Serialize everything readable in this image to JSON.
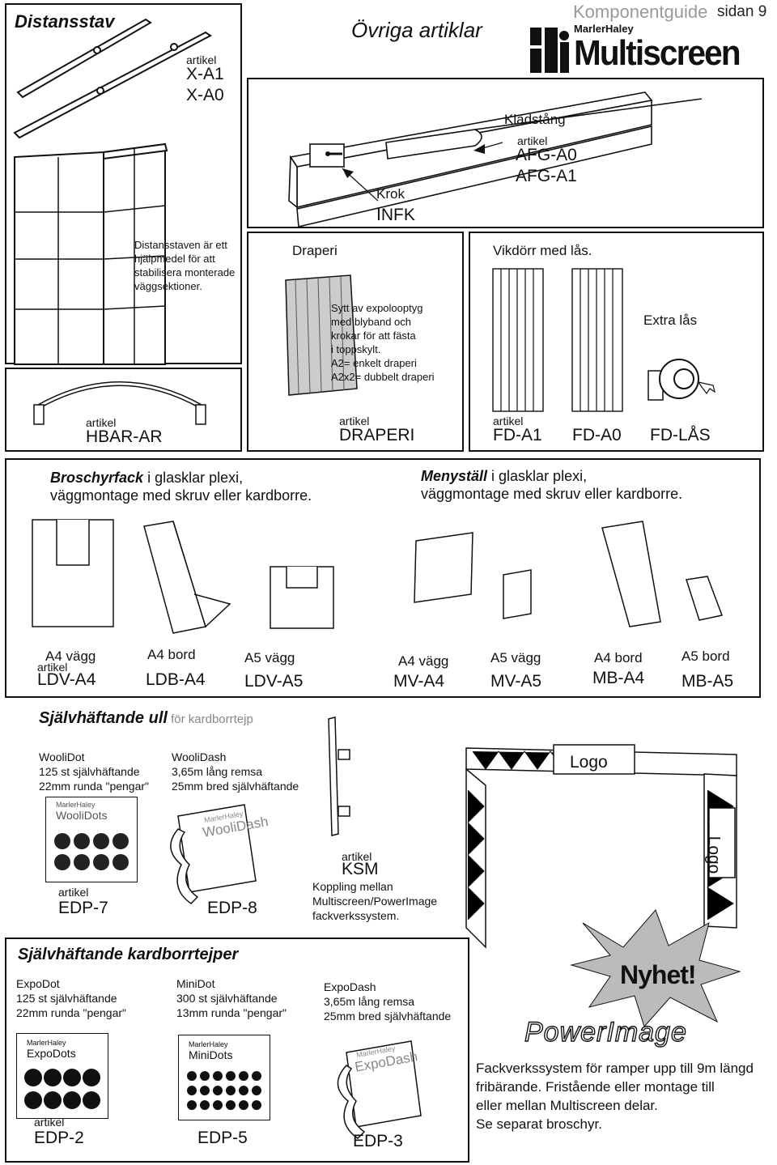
{
  "header": {
    "guide": "Komponentguide",
    "page": "sidan 9",
    "brand_small": "MarlerHaley",
    "brand": "Multiscreen"
  },
  "distansstav": {
    "title": "Distansstav",
    "artikel": "artikel",
    "codes": [
      "X-A1",
      "X-A0"
    ],
    "desc": [
      "Distansstaven är ett",
      "hjälpmedel för att",
      "stabilisera monterade",
      "väggsektioner."
    ]
  },
  "ovriga": {
    "title": "Övriga artiklar",
    "kladstang": "Klädstång",
    "artikel": "artikel",
    "afg_codes": [
      "AFG-A0",
      "AFG-A1"
    ],
    "krok": "Krok",
    "infk": "INFK"
  },
  "hbar": {
    "artikel": "artikel",
    "code": "HBAR-AR"
  },
  "draperi": {
    "title": "Draperi",
    "desc": [
      "Sytt av expolooptyg",
      "med blyband och",
      "krokar för att fästa",
      "i toppskylt.",
      "A2= enkelt draperi",
      "A2x2= dubbelt draperi"
    ],
    "artikel": "artikel",
    "code": "DRAPERI"
  },
  "vikdorr": {
    "title": "Vikdörr med lås.",
    "extra": "Extra lås",
    "artikel": "artikel",
    "codes": [
      "FD-A1",
      "FD-A0",
      "FD-LÅS"
    ]
  },
  "broschyr": {
    "title_bold": "Broschyrfack",
    "title_rest": " i glasklar plexi,",
    "line2": "väggmontage med skruv eller kardborre.",
    "menu_bold": "Menyställ",
    "menu_rest": " i glasklar plexi,",
    "menu_line2": "väggmontage med skruv eller kardborre.",
    "artikel": "artikel",
    "items": [
      {
        "label": "A4 vägg",
        "code": "LDV-A4"
      },
      {
        "label": "A4 bord",
        "code": "LDB-A4"
      },
      {
        "label": "A5 vägg",
        "code": "LDV-A5"
      },
      {
        "label": "A4 vägg",
        "code": "MV-A4"
      },
      {
        "label": "A5 vägg",
        "code": "MV-A5"
      },
      {
        "label": "A4 bord",
        "code": "MB-A4"
      },
      {
        "label": "A5 bord",
        "code": "MB-A5"
      }
    ]
  },
  "ull": {
    "title": "Självhäftande ull",
    "title_suffix": " för kardborrtejp",
    "woolidot": [
      "WooliDot",
      "125 st självhäftande",
      "22mm runda \"pengar\""
    ],
    "wooldash": [
      "WooliDash",
      "3,65m lång remsa",
      "25mm bred självhäftande"
    ],
    "box1_brand": "MarlerHaley",
    "box1_name": "WooliDots",
    "box2_brand": "MarlerHaley",
    "box2_name": "WooliDash",
    "artikel": "artikel",
    "codes": [
      "EDP-7",
      "EDP-8"
    ]
  },
  "ksm": {
    "artikel": "artikel",
    "code": "KSM",
    "desc": [
      "Koppling mellan",
      "Multiscreen/PowerImage",
      "fackverkssystem."
    ]
  },
  "truss": {
    "logo_top": "Logo",
    "logo_side": "Logo"
  },
  "tejper": {
    "title": "Självhäftande kardborrtejper",
    "expodot": [
      "ExpoDot",
      "125 st självhäftande",
      "22mm runda \"pengar\""
    ],
    "minidot": [
      "MiniDot",
      "300 st självhäftande",
      "13mm runda \"pengar\""
    ],
    "expodash": [
      "ExpoDash",
      "3,65m lång remsa",
      "25mm bred självhäftande"
    ],
    "box1_brand": "MarlerHaley",
    "box1_name": "ExpoDots",
    "box2_brand": "MarlerHaley",
    "box2_name": "MiniDots",
    "box3_brand": "MarlerHaley",
    "box3_name": "ExpoDash",
    "artikel": "artikel",
    "codes": [
      "EDP-2",
      "EDP-5",
      "EDP-3"
    ]
  },
  "powerimage": {
    "nyhet": "Nyhet!",
    "title": "PowerImage",
    "desc": [
      "Fackverkssystem för ramper upp till 9m längd",
      "fribärande. Fristående eller montage till",
      "eller mellan Multiscreen delar.",
      "Se separat broschyr."
    ]
  }
}
